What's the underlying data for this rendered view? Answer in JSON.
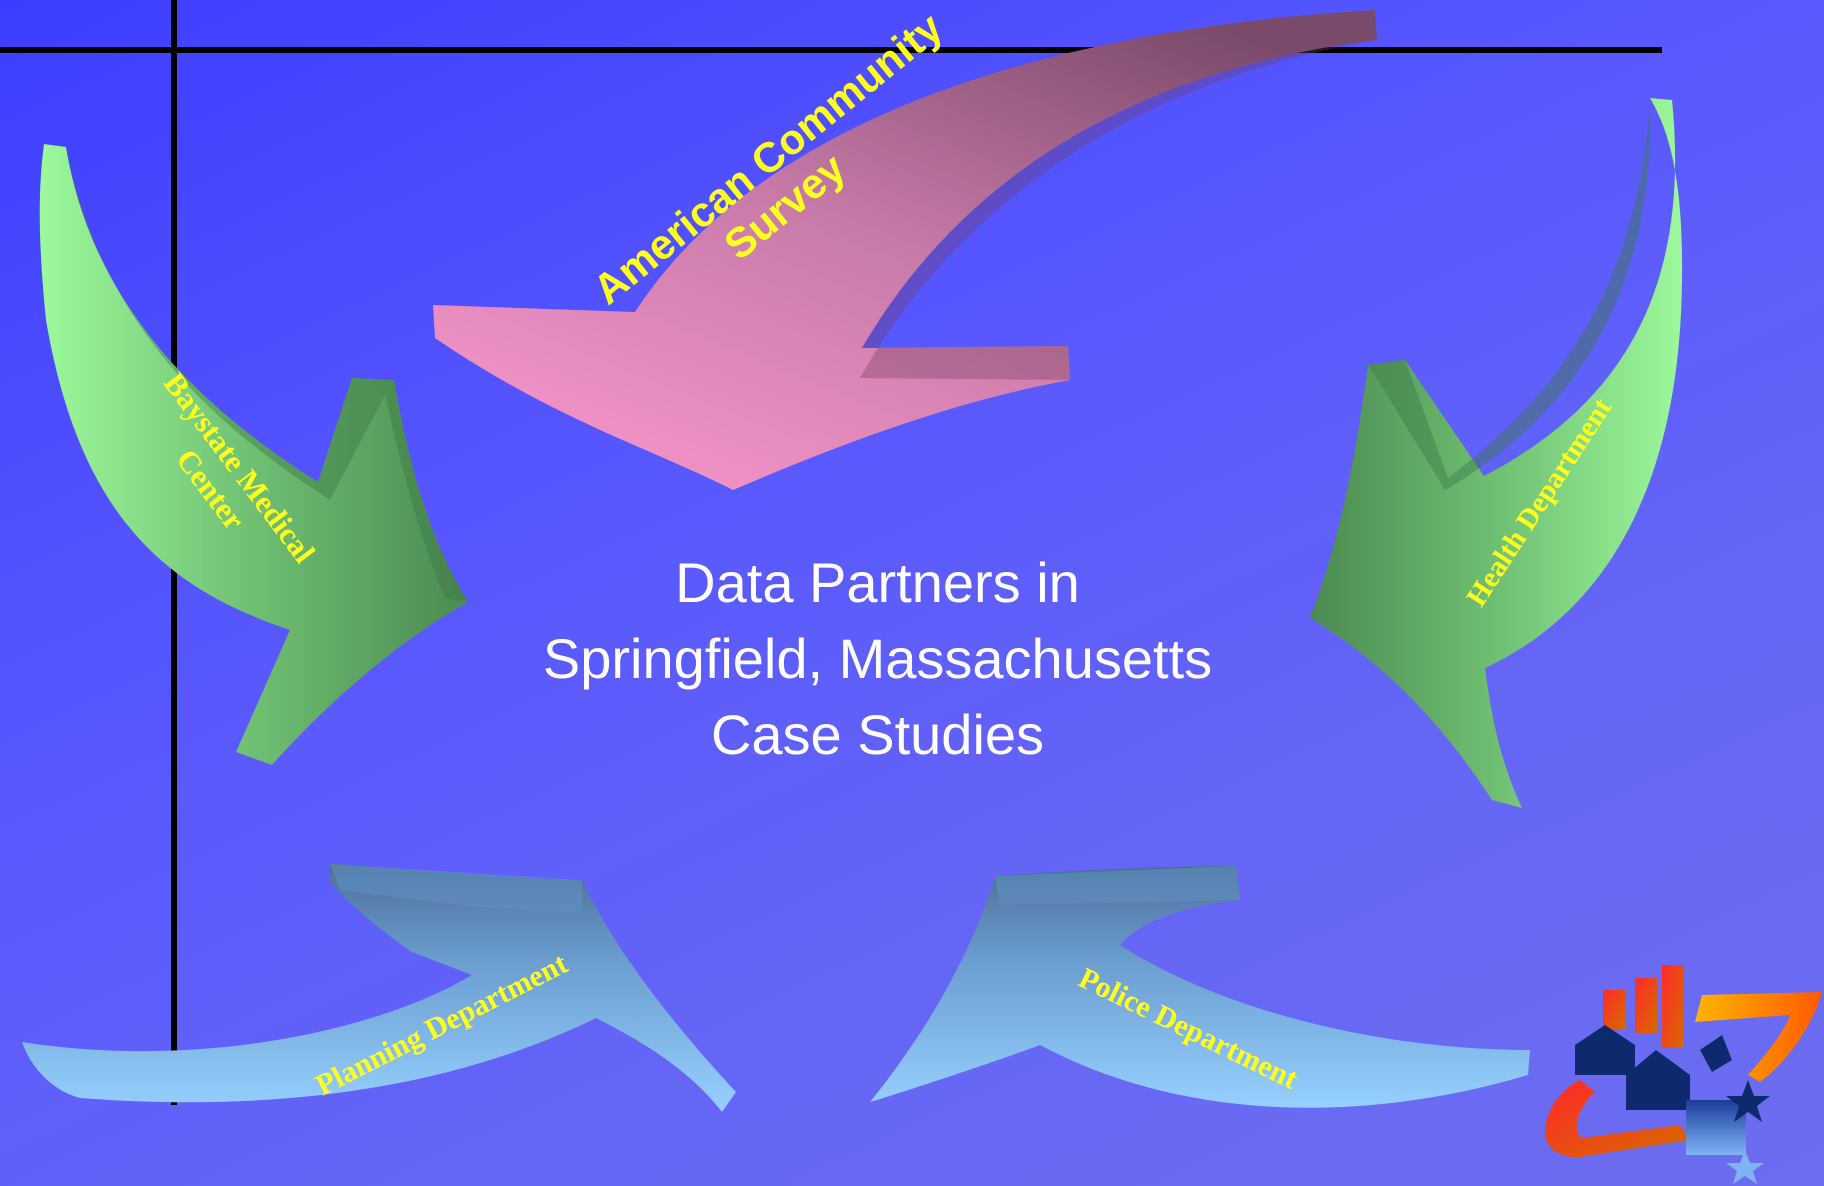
{
  "slide": {
    "title_lines": [
      "Data Partners in",
      "Springfield, Massachusetts",
      "Case Studies"
    ]
  },
  "arrows": {
    "acs": {
      "line1": "American Community",
      "line2": "Survey",
      "color": "#f39acb"
    },
    "baystate": {
      "line1": "Baystate Medical",
      "line2": "Center",
      "color": "#8ef58e"
    },
    "health": {
      "label": "Health Department",
      "color": "#8ef58e"
    },
    "planning": {
      "label": "Planning Department",
      "color": "#8cc8f8"
    },
    "police": {
      "label": "Police Department",
      "color": "#8cc8f8"
    }
  },
  "colors": {
    "background": "#4e4eff",
    "title_text": "#ffffff",
    "arrow_label_text": "#ffff1e",
    "rule_lines": "#000000"
  }
}
